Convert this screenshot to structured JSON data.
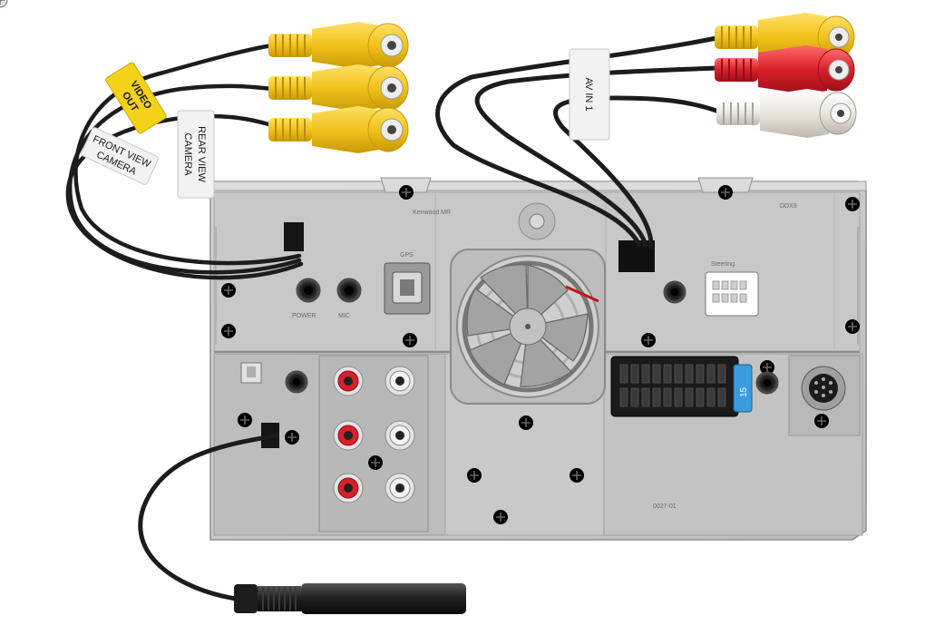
{
  "labels": {
    "video_out_1": "VIDEO",
    "video_out_2": "OUT",
    "front_view_1": "FRONT VIEW",
    "front_view_2": "CAMERA",
    "rear_view_1": "REAR VIEW",
    "rear_view_2": "CAMERA",
    "av_in": "AV IN 1",
    "fuse": "15"
  },
  "colors": {
    "rca_yellow": "#f2c21b",
    "rca_red": "#d8202a",
    "rca_white": "#e9e6df",
    "chassis": "#c9c9c9",
    "chassis_dark": "#a9a9a9",
    "cable": "#1c1c1c",
    "tag_yellow": "#f4d21a",
    "tag_white": "#f2f2f2",
    "fuse_blue": "#3a9be0"
  },
  "icons": {
    "fan": "cooling-fan-icon",
    "screw": "screw-icon",
    "gps": "gps-port-icon",
    "usb": "usb-port-icon"
  }
}
